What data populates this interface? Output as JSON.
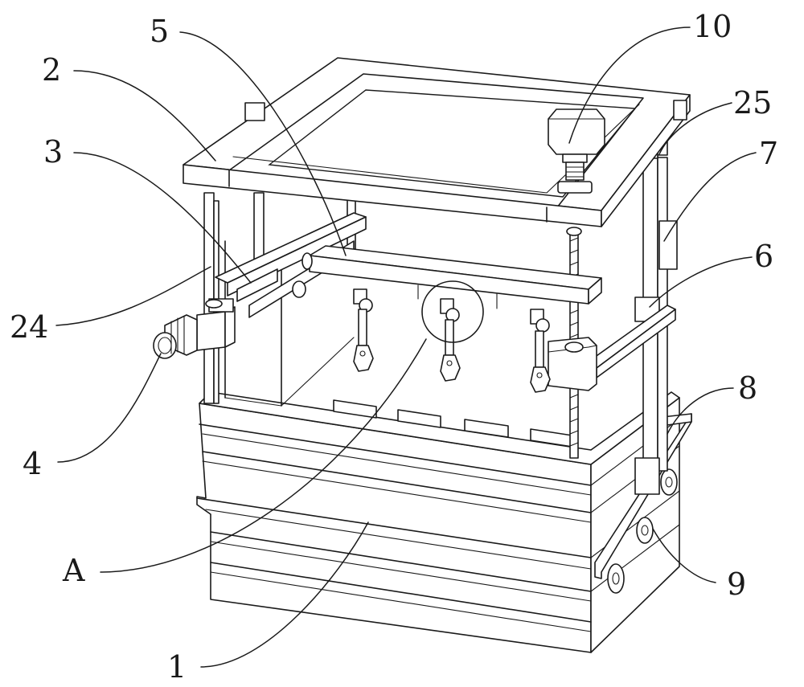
{
  "labels": {
    "l1": "1",
    "l2": "2",
    "l3": "3",
    "l4": "4",
    "l5": "5",
    "l6": "6",
    "l7": "7",
    "l8": "8",
    "l9": "9",
    "l10": "10",
    "l24": "24",
    "l25": "25",
    "lA": "A"
  },
  "colors": {
    "line": "#1a1a1a",
    "background": "#ffffff"
  }
}
